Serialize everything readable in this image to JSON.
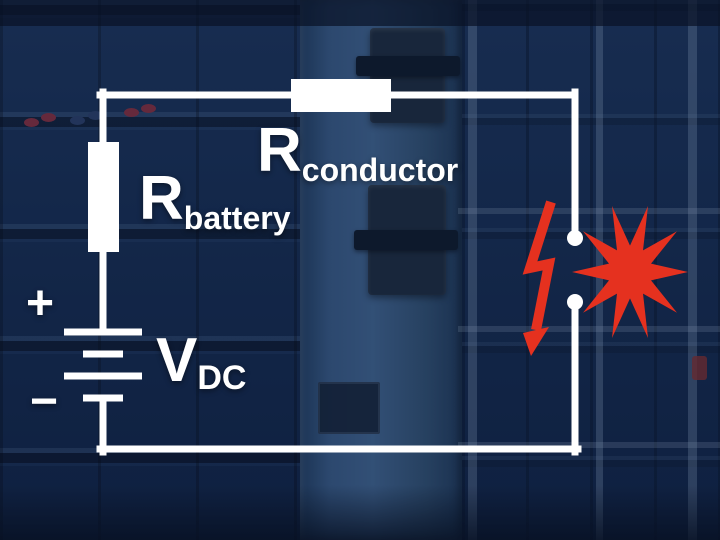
{
  "scene": {
    "title": "DC battery circuit with arc-fault diagram over battery room photo",
    "colors": {
      "backdrop": "#14294a",
      "wire": "#ffffff",
      "arc": "#e5311f",
      "label_text": "#ffffff"
    }
  },
  "circuit": {
    "components": {
      "r_conductor": {
        "symbol": "R",
        "subscript": "conductor"
      },
      "r_battery": {
        "symbol": "R",
        "subscript": "battery"
      },
      "v_dc": {
        "symbol": "V",
        "subscript": "DC"
      },
      "positive_terminal": "+",
      "negative_terminal": "−"
    }
  }
}
